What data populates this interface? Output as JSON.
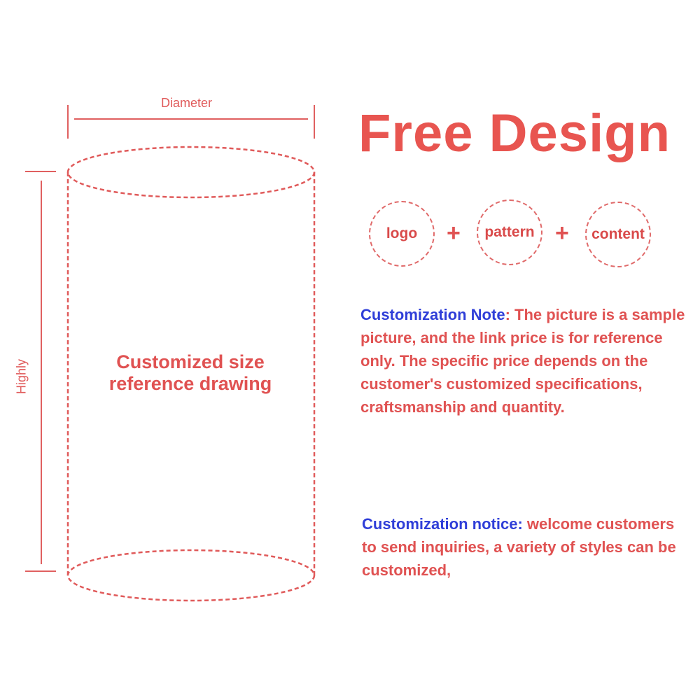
{
  "diagram": {
    "diameter_label": "Diameter",
    "height_label": "Highly",
    "center_label": "Customized size reference drawing"
  },
  "title": "Free Design",
  "bubbles": [
    {
      "label": "logo"
    },
    {
      "label": "pattern"
    },
    {
      "label": "content"
    }
  ],
  "plus_sign": "+",
  "notes": [
    {
      "lead": "Customization Note",
      "body": ": The picture is a sample picture, and the link price is for reference only. The specific price depends on the customer's customized specifications, craftsmanship and quantity."
    },
    {
      "lead": "Customization notice:",
      "body": " welcome customers to send inquiries, a variety of styles can be customized,"
    }
  ],
  "colors": {
    "accent_red": "#e05252",
    "note_blue": "#2f3ed8"
  }
}
